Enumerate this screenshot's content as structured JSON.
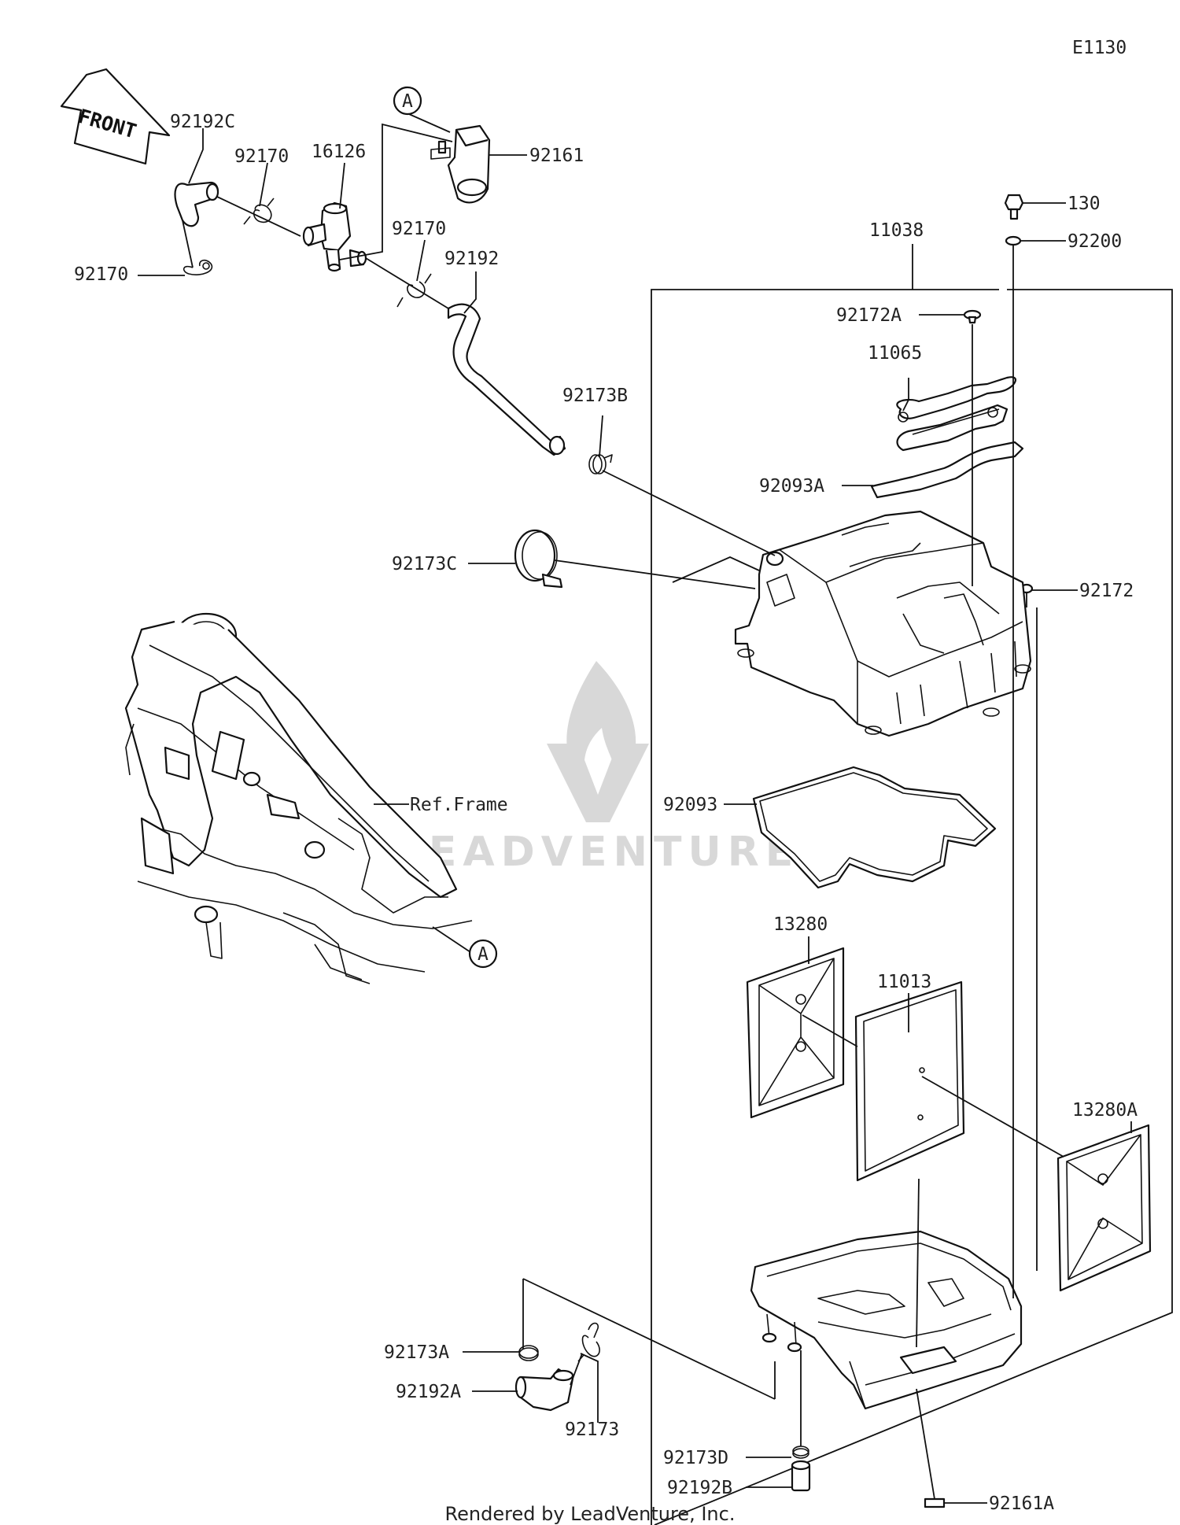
{
  "diagram_code": "E1130",
  "front_label": "FRONT",
  "ref_frame_label": "Ref.Frame",
  "callout_marker": "A",
  "watermark_text": "LEADVENTURE",
  "footer": "Rendered by LeadVenture, Inc.",
  "parts": {
    "p92192C": "92192C",
    "p92170_a": "92170",
    "p16126": "16126",
    "p92161": "92161",
    "p92170_b": "92170",
    "p92170_c": "92170",
    "p92192": "92192",
    "p130": "130",
    "p92200": "92200",
    "p11038": "11038",
    "p92172A": "92172A",
    "p11065": "11065",
    "p92173B": "92173B",
    "p92093A": "92093A",
    "p92173C": "92173C",
    "p92172": "92172",
    "p92093": "92093",
    "p13280": "13280",
    "p11013": "11013",
    "p13280A": "13280A",
    "p92173A": "92173A",
    "p92192A": "92192A",
    "p92173": "92173",
    "p92173D": "92173D",
    "p92192B": "92192B",
    "p92161A": "92161A"
  }
}
